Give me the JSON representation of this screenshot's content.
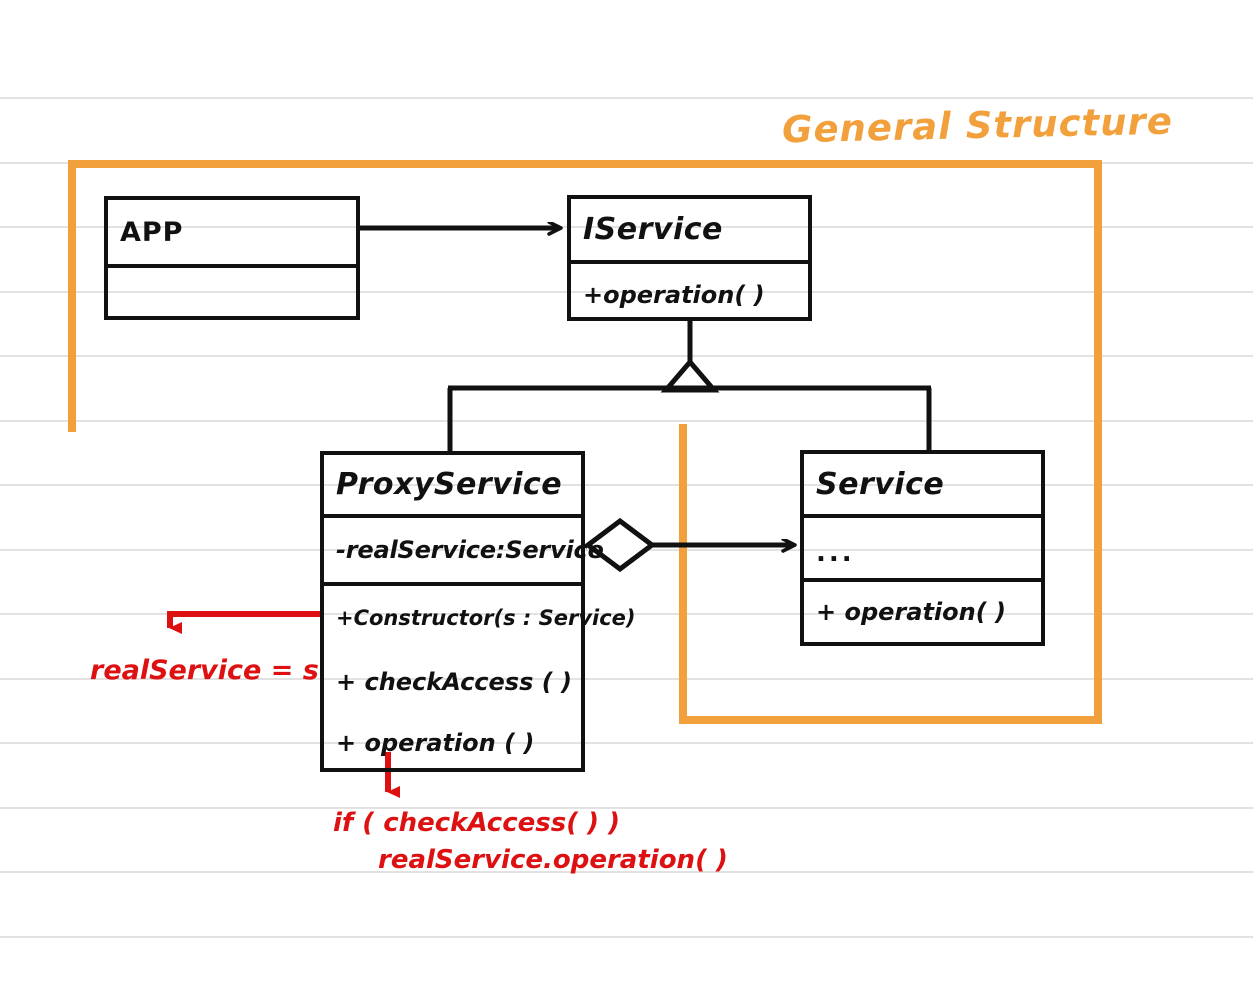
{
  "page": {
    "title": "General Structure",
    "background": "ruled-paper",
    "paper_line_color": "#e2e2e2"
  },
  "colors": {
    "ink": "#111111",
    "highlight_orange": "#F2A03C",
    "annotation_red": "#DD1111",
    "paper": "#ffffff"
  },
  "diagram": {
    "type": "uml-class-diagram",
    "pattern": "Proxy",
    "classes": [
      {
        "id": "app",
        "name": "APP",
        "attributes": [],
        "methods": []
      },
      {
        "id": "iservice",
        "name": "IService",
        "attributes": [],
        "methods": [
          "+operation( )"
        ]
      },
      {
        "id": "proxyservice",
        "name": "ProxyService",
        "attributes": [
          "-realService:Service"
        ],
        "methods": [
          "+Constructor(s : Service)",
          "+ checkAccess ( )",
          "+ operation ( )"
        ]
      },
      {
        "id": "service",
        "name": "Service",
        "attributes": [
          "..."
        ],
        "methods": [
          "+ operation( )"
        ]
      }
    ],
    "relationships": [
      {
        "from": "app",
        "to": "iservice",
        "kind": "association-arrow"
      },
      {
        "from": "proxyservice",
        "to": "iservice",
        "kind": "generalization"
      },
      {
        "from": "service",
        "to": "iservice",
        "kind": "generalization"
      },
      {
        "from": "proxyservice",
        "to": "service",
        "kind": "aggregation"
      }
    ],
    "annotations": [
      {
        "id": "note-constructor",
        "text": "realService = s",
        "color": "#DD1111",
        "points_to": "+Constructor(s : Service)"
      },
      {
        "id": "note-operation-line1",
        "text": "if ( checkAccess( ) )",
        "color": "#DD1111",
        "points_to": "+ operation ( )"
      },
      {
        "id": "note-operation-line2",
        "text": "realService.operation( )",
        "color": "#DD1111",
        "points_to": "+ operation ( )"
      }
    ],
    "highlight_regions": [
      {
        "id": "highlight-interface-region",
        "color": "#F2A03C"
      },
      {
        "id": "highlight-implementation-region",
        "color": "#F2A03C"
      }
    ]
  }
}
